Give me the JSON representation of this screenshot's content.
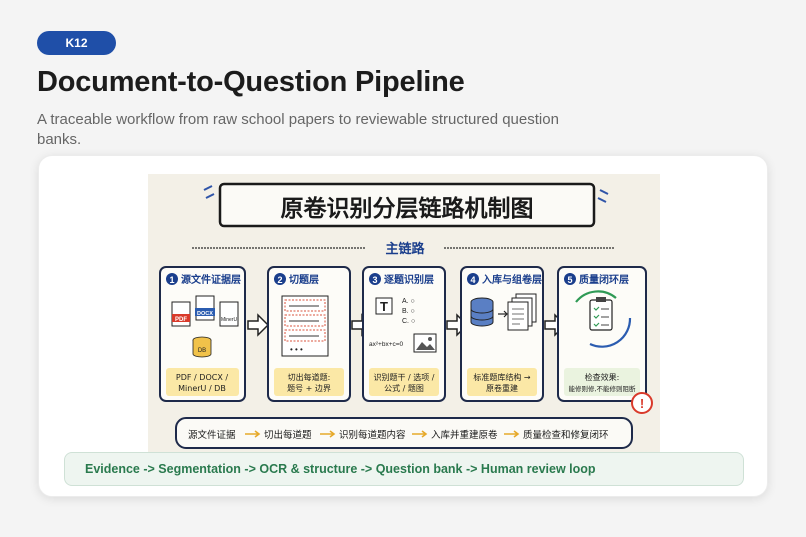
{
  "header": {
    "badge": "K12",
    "title": "Document-to-Question Pipeline",
    "subtitle": "A traceable workflow from raw school papers to reviewable structured question banks."
  },
  "figure": {
    "title": "原卷识别分层链路机制图",
    "main_chain_label": "主链路",
    "stages": [
      {
        "num": "1",
        "name": "源文件证据层",
        "note": "PDF / DOCX /\nMinerU / DB",
        "icons": [
          "PDF",
          "DOCX",
          "MinerU",
          "DB"
        ]
      },
      {
        "num": "2",
        "name": "切题层",
        "note": "切出每道题:\n题号 + 边界"
      },
      {
        "num": "3",
        "name": "逐题识别层",
        "note": "识别题干 / 选项 /\n公式 / 题图",
        "options": [
          "A. ○",
          "B. ○",
          "C. ○"
        ],
        "formula": "ax²+bx+c=0"
      },
      {
        "num": "4",
        "name": "入库与组卷层",
        "note": "标准题库结构 →\n原卷重建"
      },
      {
        "num": "5",
        "name": "质量闭环层",
        "note": "检查效果:\n能修则修,不能修则阻断"
      }
    ],
    "flow": [
      "源文件证据",
      "切出每道题",
      "识别每道题内容",
      "入库并重建原卷",
      "质量检查和修复闭环"
    ]
  },
  "caption": "Evidence -> Segmentation -> OCR & structure -> Question bank -> Human review loop",
  "colors": {
    "accent": "#1f4fa8",
    "caption_text": "#2a7a4e",
    "stage_border": "#1e2a4a",
    "note_fill": "#fbe8a6",
    "stage_num": "#1a3e8c"
  }
}
